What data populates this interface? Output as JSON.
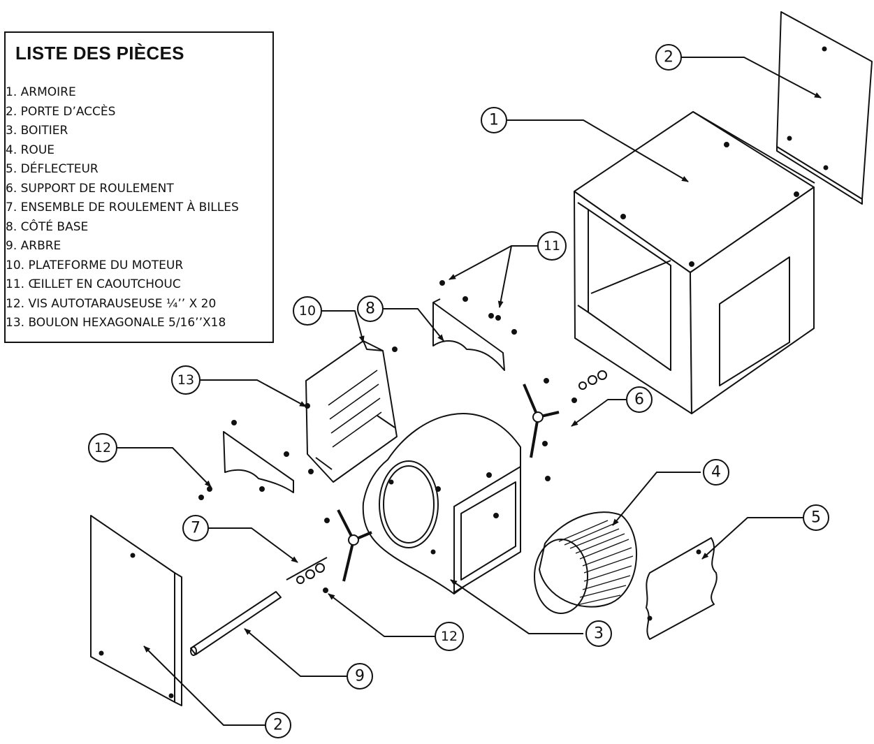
{
  "legend": {
    "title": "LISTE DES PIÈCES",
    "items": [
      "1. ARMOIRE",
      "2. PORTE D’ACCÈS",
      "3. BOITIER",
      "4. ROUE",
      "5. DÉFLECTEUR",
      "6. SUPPORT DE ROULEMENT",
      "7. ENSEMBLE DE ROULEMENT À BILLES",
      "8. CÔTÉ BASE",
      "9. ARBRE",
      "10. PLATEFORME DU MOTEUR",
      "11. ŒILLET EN CAOUTCHOUC",
      "12. VIS AUTOTARAUSEUSE ¼’’ X 20",
      "13. BOULON HEXAGONALE 5/16’’X18"
    ]
  },
  "callouts": {
    "c1": "1",
    "c2_top": "2",
    "c2_bottom": "2",
    "c3": "3",
    "c4": "4",
    "c5": "5",
    "c6": "6",
    "c7": "7",
    "c8": "8",
    "c9": "9",
    "c10": "10",
    "c11": "11",
    "c12_left": "12",
    "c12_bottom": "12",
    "c13": "13"
  }
}
